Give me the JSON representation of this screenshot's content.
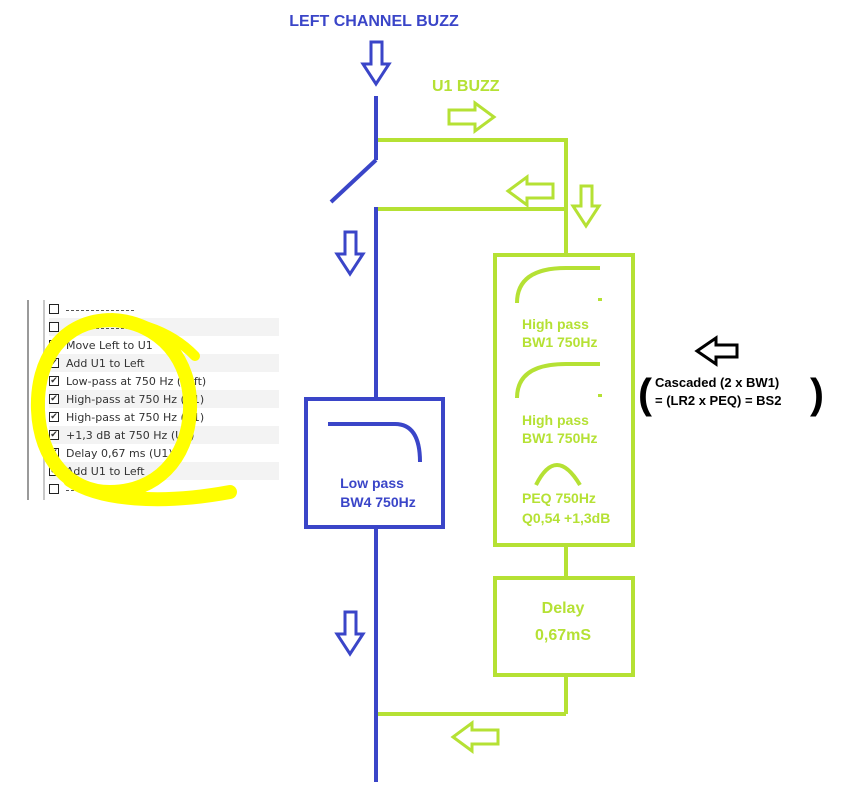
{
  "colors": {
    "blue": "#3a45c8",
    "green": "#b5e134",
    "yellow": "#ffff00",
    "black": "#000000"
  },
  "labels": {
    "title": "LEFT CHANNEL BUZZ",
    "u1": "U1 BUZZ",
    "highpass1_a": "High pass",
    "highpass1_b": "BW1 750Hz",
    "highpass2_a": "High pass",
    "highpass2_b": "BW1 750Hz",
    "peq_a": "PEQ 750Hz",
    "peq_b": "Q0,54 +1,3dB",
    "delay_a": "Delay",
    "delay_b": "0,67mS",
    "lowpass_a": "Low pass",
    "lowpass_b": "BW4 750Hz",
    "cascade_a": "Cascaded (2 x BW1)",
    "cascade_b": "= (LR2 x PEQ) = BS2",
    "paren_open": "(",
    "paren_close": ")"
  },
  "checklist": [
    {
      "label": "",
      "checked": false,
      "dashed": true
    },
    {
      "label": "",
      "checked": false,
      "dashed": true
    },
    {
      "label": "Move Left to U1",
      "checked": true,
      "dashed": false
    },
    {
      "label": "Add U1 to Left",
      "checked": true,
      "dashed": false
    },
    {
      "label": "Low-pass at 750 Hz (Left)",
      "checked": true,
      "dashed": false
    },
    {
      "label": "High-pass at 750 Hz (U1)",
      "checked": true,
      "dashed": false
    },
    {
      "label": "High-pass at 750 Hz (U1)",
      "checked": true,
      "dashed": false
    },
    {
      "label": "+1,3 dB at 750 Hz (U1)",
      "checked": true,
      "dashed": false
    },
    {
      "label": "Delay 0,67 ms (U1)",
      "checked": true,
      "dashed": false
    },
    {
      "label": "Add U1 to Left",
      "checked": true,
      "dashed": false
    },
    {
      "label": "",
      "checked": false,
      "dashed": true
    }
  ]
}
